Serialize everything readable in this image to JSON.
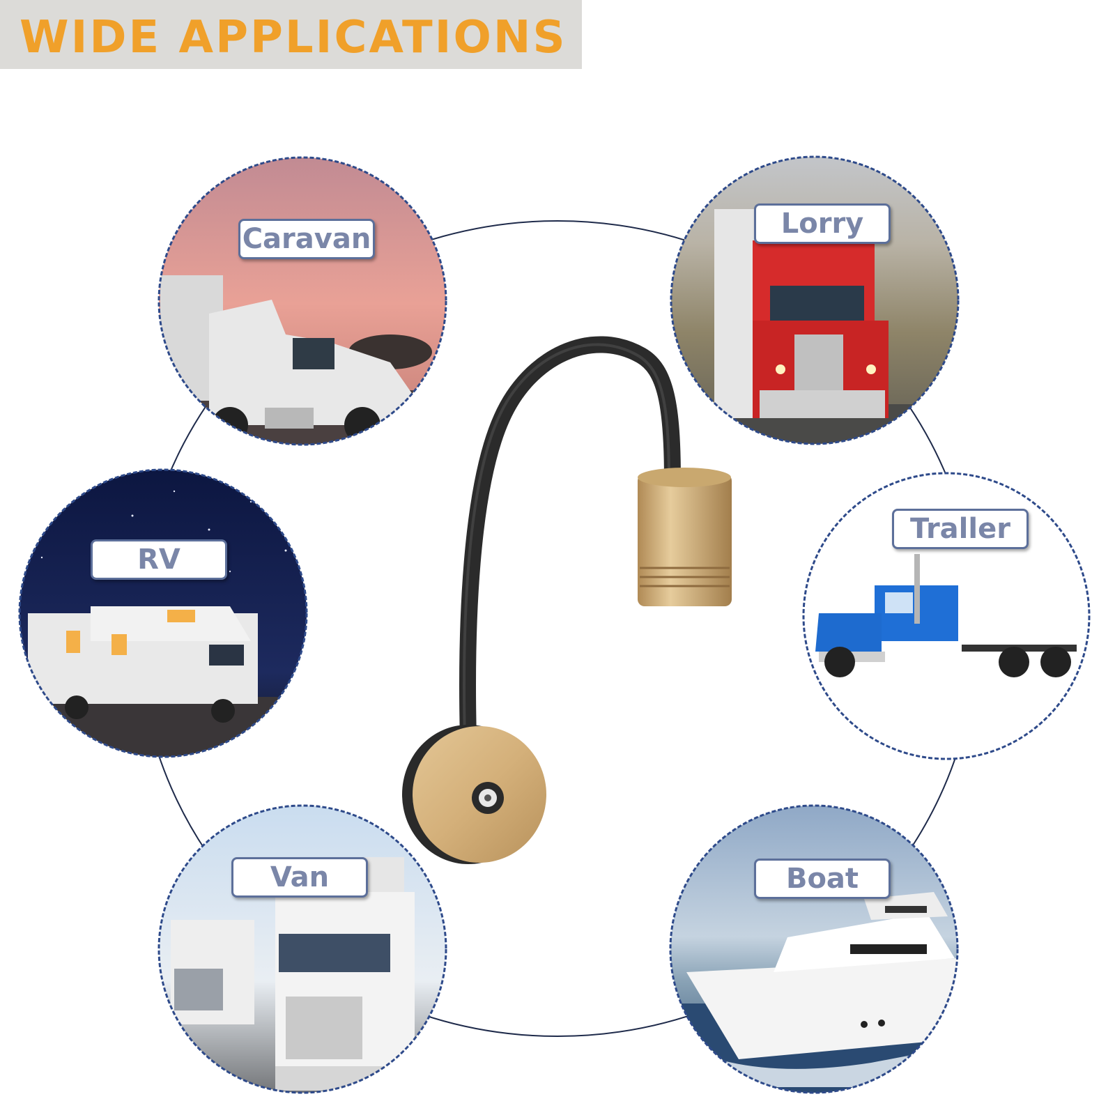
{
  "banner": {
    "title": "WIDE APPLICATIONS"
  },
  "applications": [
    {
      "id": "caravan",
      "label": "Caravan"
    },
    {
      "id": "lorry",
      "label": "Lorry"
    },
    {
      "id": "rv",
      "label": "RV"
    },
    {
      "id": "traller",
      "label": "Traller"
    },
    {
      "id": "van",
      "label": "Van"
    },
    {
      "id": "boat",
      "label": "Boat"
    }
  ],
  "colors": {
    "banner_bg": "#dcdbd8",
    "title": "#f0a02a",
    "label_text": "#7a86a8",
    "label_border": "#5c6f9a",
    "circle_border": "#2e4a8a"
  }
}
